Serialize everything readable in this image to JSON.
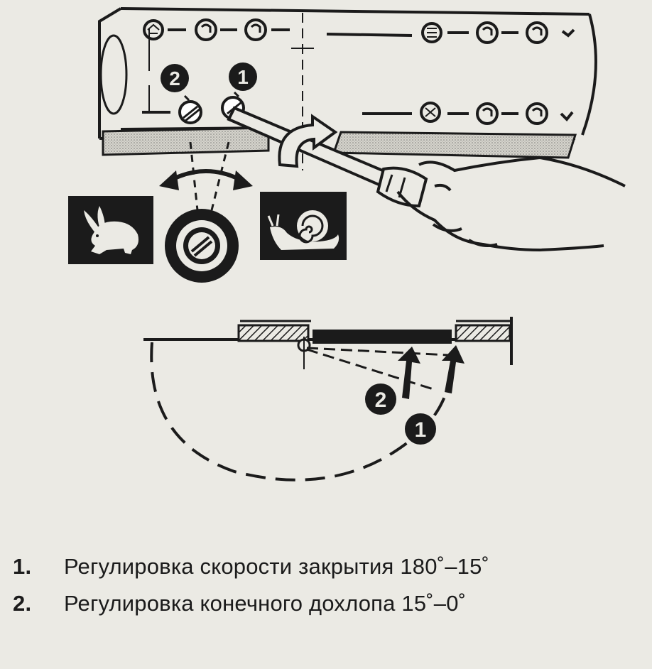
{
  "diagram": {
    "callouts": [
      {
        "id": "1",
        "label": "1"
      },
      {
        "id": "2",
        "label": "2"
      }
    ],
    "icons": [
      "rabbit-icon",
      "snail-icon",
      "adjustment-screw-icon",
      "curved-arrow-icon",
      "screwdriver-icon",
      "hand-icon"
    ],
    "colors": {
      "ink": "#1b1b1b",
      "background": "#ebeae4"
    }
  },
  "legend": [
    {
      "number": "1.",
      "text": "Регулировка скорости закрытия 180˚–15˚"
    },
    {
      "number": "2.",
      "text": "Регулировка конечного дохлопа 15˚–0˚"
    }
  ]
}
